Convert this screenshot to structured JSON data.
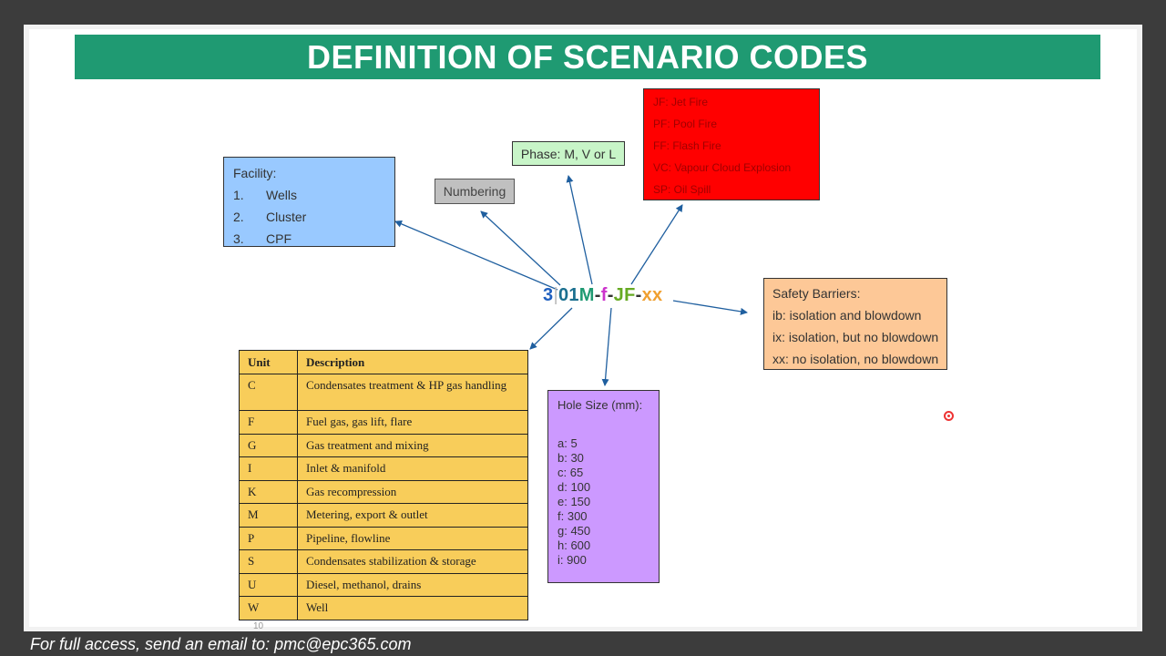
{
  "slide": {
    "title": "DEFINITION OF SCENARIO CODES",
    "page_number": "10",
    "footer": "For full access, send an email to: pmc@epc365.com"
  },
  "facility": {
    "heading": "Facility:",
    "items": [
      {
        "num": "1.",
        "label": "Wells"
      },
      {
        "num": "2.",
        "label": "Cluster"
      },
      {
        "num": "3.",
        "label": "CPF"
      }
    ]
  },
  "numbering": {
    "label": "Numbering"
  },
  "phase": {
    "label": "Phase: M, V or L"
  },
  "fire": {
    "items": [
      "JF: Jet Fire",
      "PF: Pool Fire",
      "FF: Flash Fire",
      "VC: Vapour Cloud Explosion",
      "SP: Oil Spill"
    ]
  },
  "code": {
    "parts": [
      {
        "text": "3",
        "color": "#1f5fbf"
      },
      {
        "text": "|",
        "color": "#bbbbbb"
      },
      {
        "text": "01",
        "color": "#1a6f8f"
      },
      {
        "text": "M",
        "color": "#1f9a72"
      },
      {
        "text": "-",
        "color": "#333333"
      },
      {
        "text": "f",
        "color": "#cc33cc"
      },
      {
        "text": "-",
        "color": "#333333"
      },
      {
        "text": "JF",
        "color": "#66aa22"
      },
      {
        "text": "-",
        "color": "#333333"
      },
      {
        "text": "xx",
        "color": "#f0a030"
      }
    ]
  },
  "safety": {
    "heading": "Safety Barriers:",
    "items": [
      "ib: isolation and blowdown",
      "ix: isolation, but no blowdown",
      "xx: no isolation, no blowdown"
    ]
  },
  "hole_size": {
    "heading": "Hole Size (mm):",
    "items": [
      "a: 5",
      "b: 30",
      "c: 65",
      "d: 100",
      "e: 150",
      "f: 300",
      "g: 450",
      "h: 600",
      "i: 900"
    ]
  },
  "unit_table": {
    "headers": [
      "Unit",
      "Description"
    ],
    "rows": [
      {
        "unit": "C",
        "desc": "Condensates treatment & HP gas handling"
      },
      {
        "unit": "F",
        "desc": "Fuel gas, gas lift, flare"
      },
      {
        "unit": "G",
        "desc": "Gas treatment and mixing"
      },
      {
        "unit": "I",
        "desc": "Inlet & manifold"
      },
      {
        "unit": "K",
        "desc": "Gas recompression"
      },
      {
        "unit": "M",
        "desc": "Metering, export & outlet"
      },
      {
        "unit": "P",
        "desc": "Pipeline, flowline"
      },
      {
        "unit": "S",
        "desc": "Condensates stabilization & storage"
      },
      {
        "unit": "U",
        "desc": "Diesel, methanol, drains"
      },
      {
        "unit": "W",
        "desc": "Well"
      }
    ]
  },
  "colors": {
    "title_bar": "#1f9a72",
    "facility_box": "#99c9ff",
    "fire_box": "#ff0000",
    "safety_box": "#fdc897",
    "hole_box": "#cc99ff",
    "table_fill": "#f8cd5a",
    "arrow": "#1f5f9f"
  }
}
